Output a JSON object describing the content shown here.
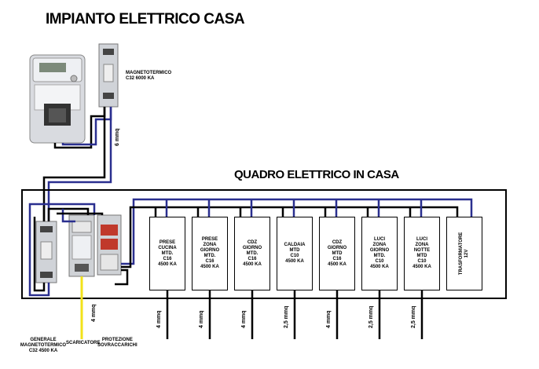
{
  "titles": {
    "main": "IMPIANTO ELETTRICO CASA",
    "panel": "QUADRO ELETTRICO IN CASA"
  },
  "labels": {
    "meter_breaker": "MAGNETOTERMICO\nC32 6000 KA",
    "main_cable": "6 mmq",
    "general_breaker": "GENERALE\nMAGNETOTERMICO\nC32 4500 KA",
    "surge": "SCARICATORE",
    "protection": "PROTEZIONE\nSOVRACCARICHI",
    "surge_cable": "4 mmq"
  },
  "modules": [
    {
      "label": "PRESE\nCUCINA\nMTD.\nC16\n4500 KA",
      "cable": "4 mmq"
    },
    {
      "label": "PRESE\nZONA\nGIORNO\nMTD.\nC16\n4500 KA",
      "cable": "4 mmq"
    },
    {
      "label": "CDZ\nGIORNO\nMTD.\nC16\n4500 KA",
      "cable": "4 mmq"
    },
    {
      "label": "CALDAIA\nMTD\nC10\n4500 KA",
      "cable": "2,5 mmq"
    },
    {
      "label": "CDZ\nGIORNO\nMTD\nC16\n4500 KA",
      "cable": "4 mmq"
    },
    {
      "label": "LUCI\nZONA\nGIORNO\nMTD.\nC10\n4500 KA",
      "cable": "2,5 mmq"
    },
    {
      "label": "LUCI\nZONA\nNOTTE\nMTD\nC10\n4500 KA",
      "cable": "2,5 mmq"
    },
    {
      "label": "TRASFORMATORE\n12V",
      "cable": ""
    }
  ],
  "colors": {
    "wire_blue": "#2a2f8f",
    "wire_black": "#000000",
    "earth_yellow": "#f2e21a",
    "device_grey": "#cfd2d6"
  }
}
